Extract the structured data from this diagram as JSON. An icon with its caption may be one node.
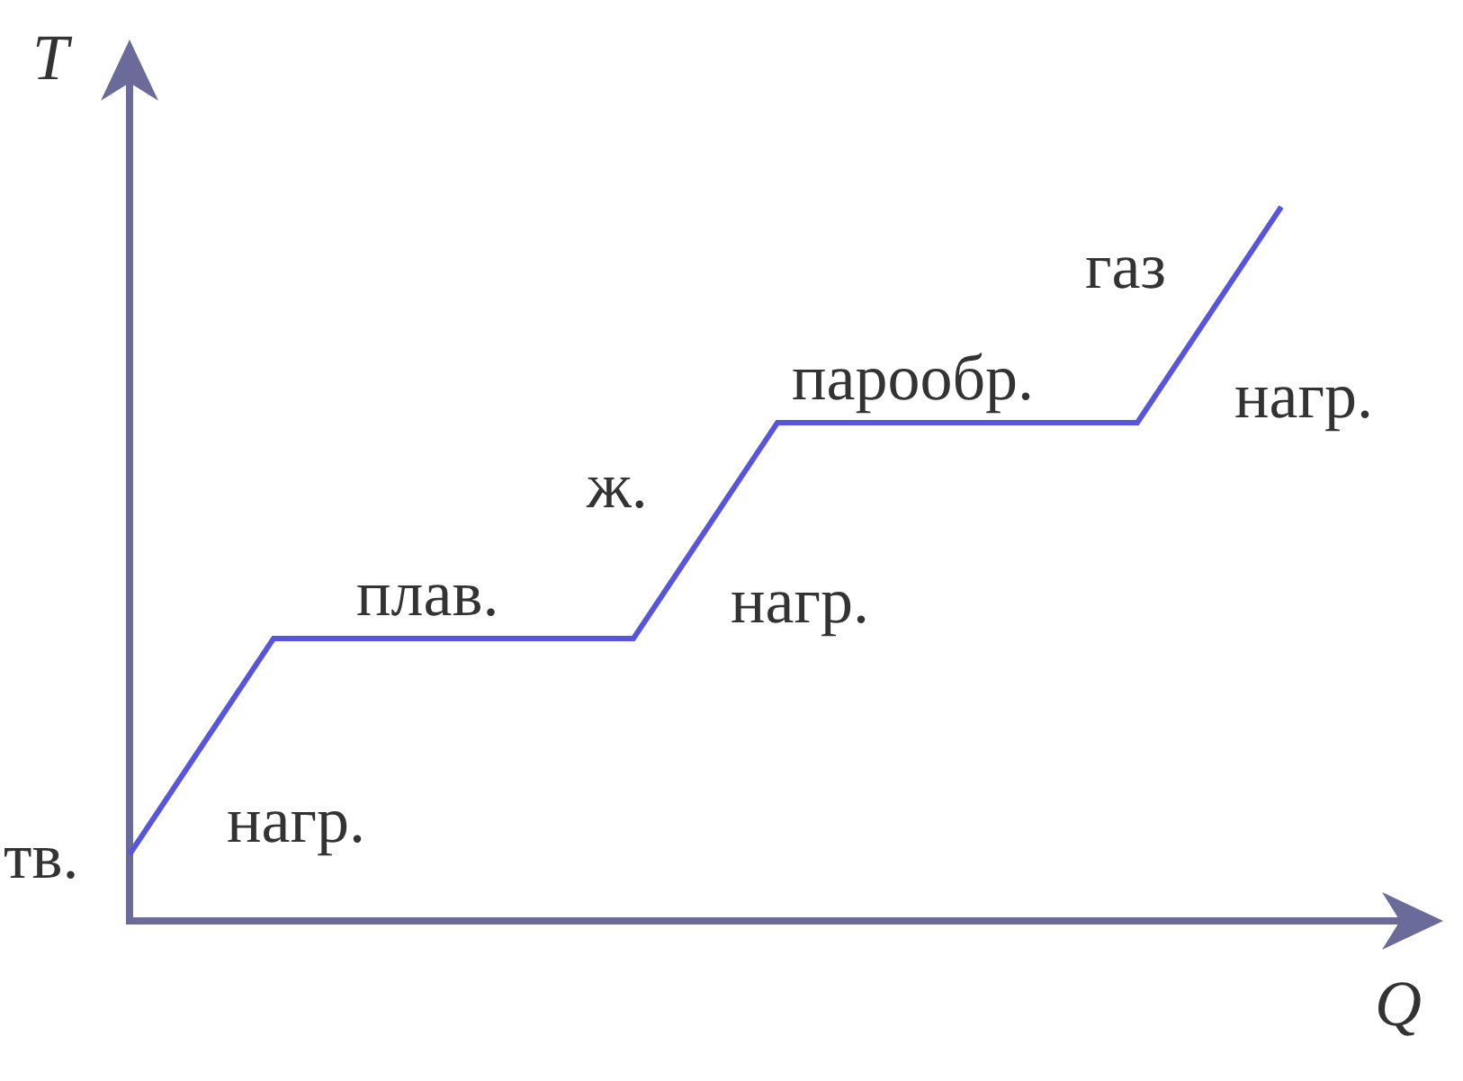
{
  "diagram": {
    "labels": [
      "T",
      "газ",
      "парообр.",
      "нагр.",
      "ж.",
      "плав.",
      "нагр.",
      "тв.",
      "нагр.",
      "Q"
    ]
  }
}
